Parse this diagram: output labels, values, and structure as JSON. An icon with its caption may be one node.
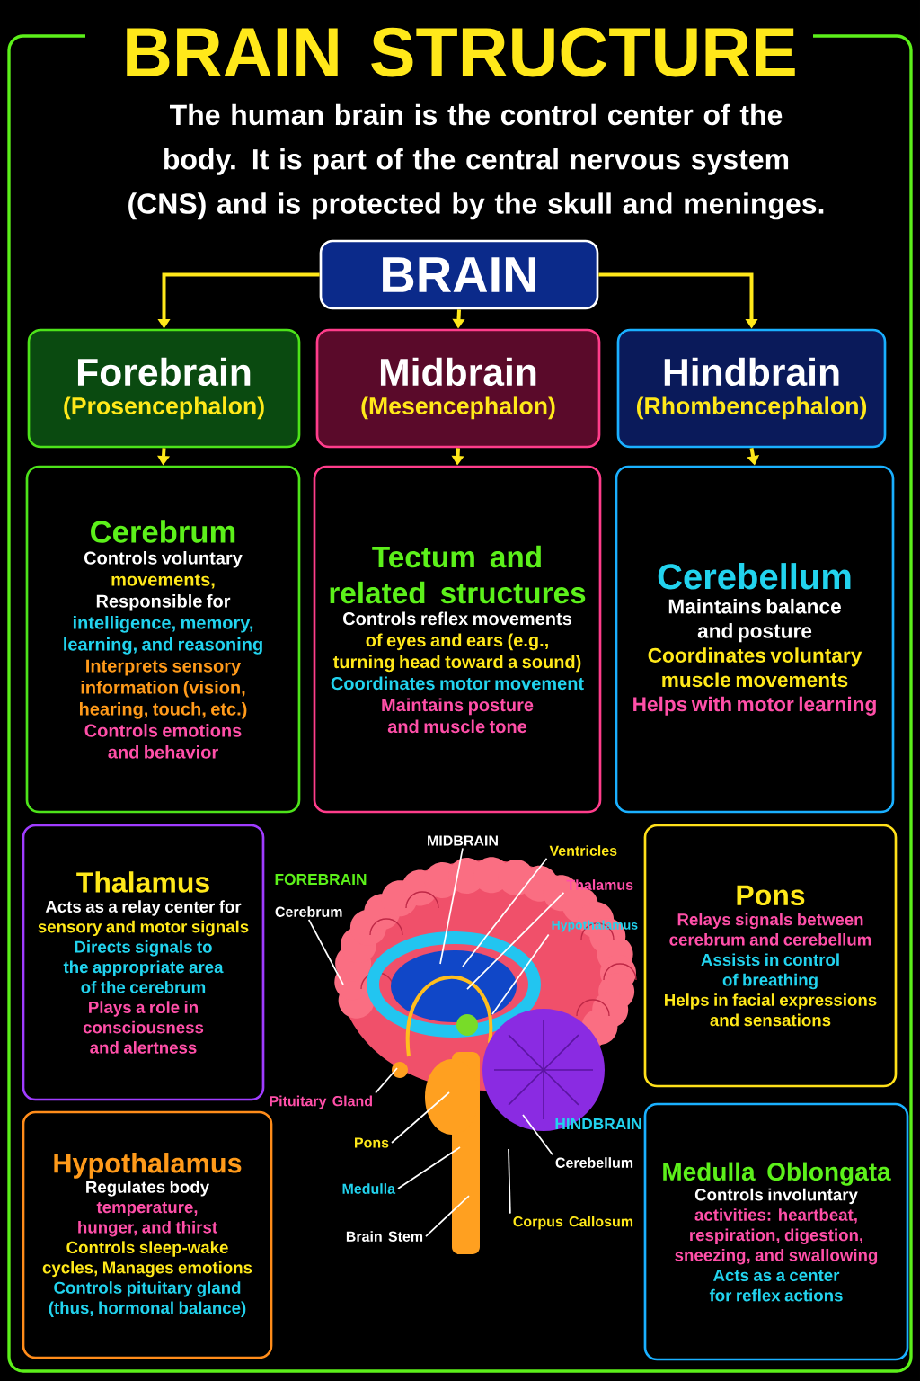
{
  "diagram": {
    "title": "BRAIN STRUCTURE",
    "caption": "The human brain is the control center of the body. It is part of the central nervous system (CNS) and is protected by the skull and meninges.",
    "nodes": [
      {
        "text": [
          "BRAIN"
        ]
      },
      {
        "text": [
          "Forebrain",
          "(Prosencephalon)"
        ]
      },
      {
        "text": [
          "Midbrain",
          "(Mesencephalon)"
        ]
      },
      {
        "text": [
          "Hindbrain",
          "(Rhombencephalon)"
        ]
      },
      {
        "text": [
          "Cerebrum",
          "Controls voluntary",
          "movements,",
          "Responsible for",
          "intelligence, memory, learning, and reasoning",
          "Interprets sensory information (vision, hearing, touch, etc.)",
          "Controls emotions and behavior"
        ]
      },
      {
        "text": [
          "Tectum and related structures",
          "Controls reflex movements",
          "of eyes and ears (e.g., turning head toward a sound)",
          "Coordinates motor movement",
          "Maintains posture and muscle tone"
        ]
      },
      {
        "text": [
          "Cerebellum",
          "Maintains balance and posture",
          "Coordinates voluntary muscle movements",
          "Helps with motor learning"
        ]
      },
      {
        "text": [
          "Thalamus",
          "Acts as a relay center for",
          "sensory and motor signals",
          "Directs signals to the appropriate area of the cerebrum",
          "Plays a role in consciousness and alertness"
        ]
      },
      {
        "text": [
          "Pons",
          "Relays signals between cerebrum and cerebellum",
          "Assists in control of breathing",
          "Helps in facial expressions and sensations"
        ]
      },
      {
        "text": [
          "Hypothalamus",
          "Regulates body",
          "temperature, hunger, and thirst",
          "Controls sleep-wake cycles, Manages emotions",
          "Controls pituitary gland (thus, hormonal balance)"
        ]
      },
      {
        "text": [
          "Medulla Oblongata",
          "Controls involuntary",
          "activities: heartbeat, respiration, digestion, sneezing, and swallowing",
          "Acts as a center for reflex actions"
        ]
      },
      {
        "text": [
          "MIDBRAIN"
        ]
      },
      {
        "text": [
          "Ventricles"
        ]
      },
      {
        "text": [
          "Thalamus"
        ]
      },
      {
        "text": [
          "Cerebrum"
        ]
      },
      {
        "text": [
          "Hypothalamus"
        ]
      },
      {
        "text": [
          "Pituitary Gland"
        ]
      },
      {
        "text": [
          "Pons"
        ]
      },
      {
        "text": [
          "Cerebellum"
        ]
      },
      {
        "text": [
          "Medulla"
        ]
      },
      {
        "text": [
          "Corpus Callosum"
        ]
      },
      {
        "text": [
          "Brain Stem"
        ]
      }
    ],
    "edges": [
      {
        "from": 0,
        "to": 1,
        "arrow": "to",
        "color": "#ffe81a"
      },
      {
        "from": 0,
        "to": 2,
        "arrow": "to",
        "color": "#ffe81a"
      },
      {
        "from": 0,
        "to": 3,
        "arrow": "to",
        "color": "#ffe81a"
      },
      {
        "from": 1,
        "to": 4,
        "arrow": "to",
        "color": "#ffe81a"
      },
      {
        "from": 2,
        "to": 5,
        "arrow": "to",
        "color": "#ffe81a"
      },
      {
        "from": 3,
        "to": 6,
        "arrow": "to",
        "color": "#ffe81a"
      },
      {
        "from": 11,
        "to": null,
        "arrow": "none"
      },
      {
        "from": 12,
        "to": null,
        "arrow": "none"
      },
      {
        "from": 13,
        "to": null,
        "arrow": "none"
      },
      {
        "from": 14,
        "to": null,
        "arrow": "none"
      },
      {
        "from": 15,
        "to": null,
        "arrow": "none"
      },
      {
        "from": 16,
        "to": null,
        "arrow": "none"
      },
      {
        "from": 17,
        "to": null,
        "arrow": "none"
      },
      {
        "from": 18,
        "to": null,
        "arrow": "none"
      },
      {
        "from": 19,
        "to": null,
        "arrow": "none"
      },
      {
        "from": 20,
        "to": null,
        "arrow": "none"
      },
      {
        "from": 21,
        "to": null,
        "arrow": "none"
      }
    ],
    "labels": [
      "FOREBRAIN",
      "HINDBRAIN"
    ]
  }
}
